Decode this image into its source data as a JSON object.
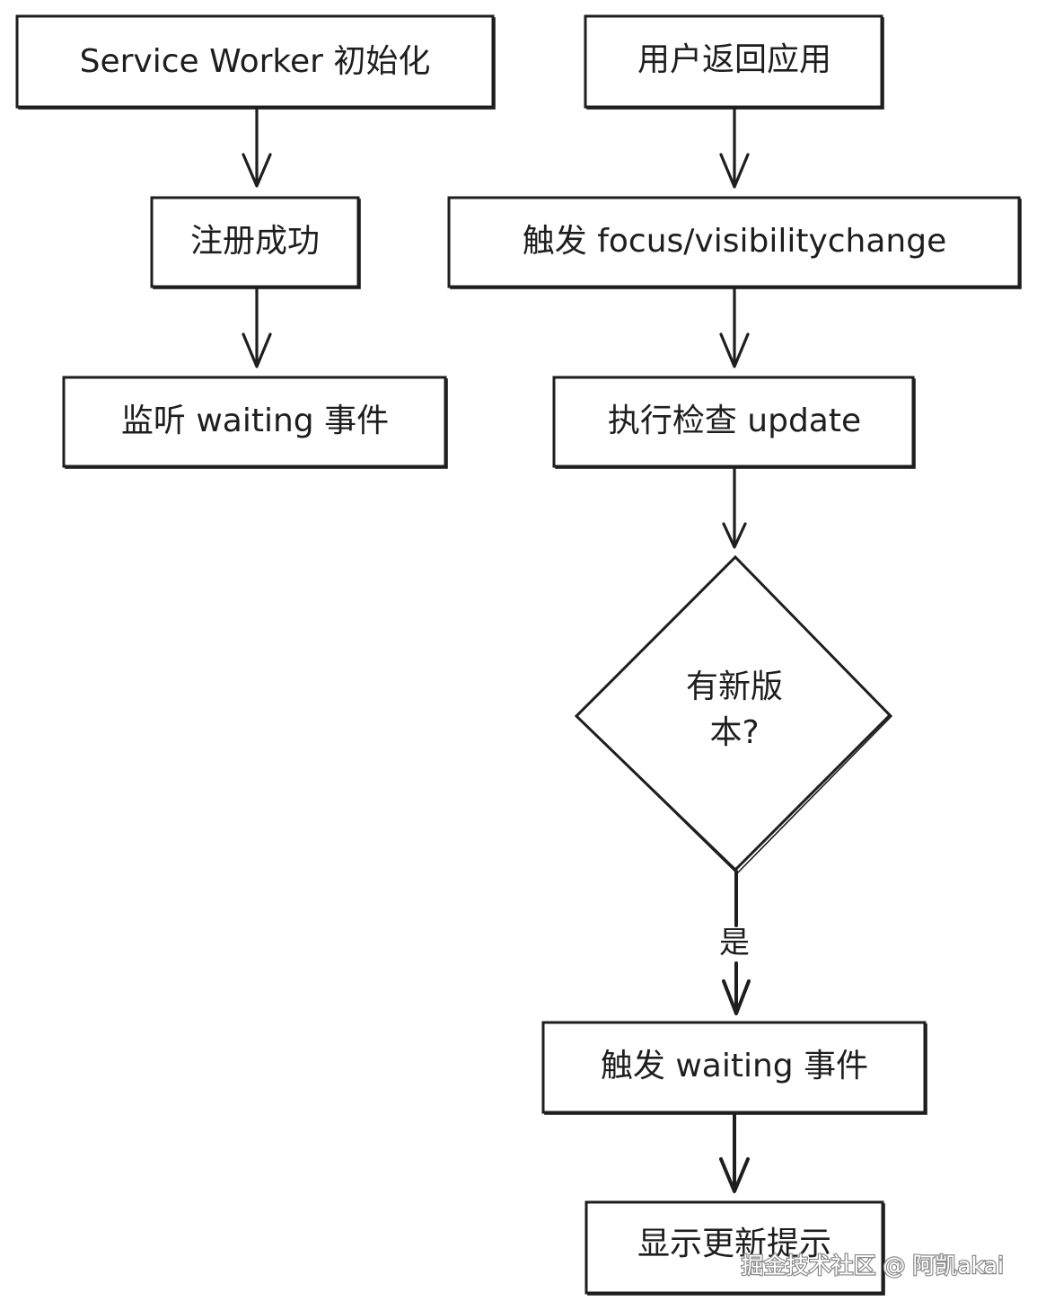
{
  "nodes": {
    "sw_init": "Service Worker 初始化",
    "register_success": "注册成功",
    "listen_waiting": "监听 waiting 事件",
    "user_return": "用户返回应用",
    "trigger_focus": "触发 focus/visibilitychange",
    "run_update": "执行检查 update",
    "new_version_line1": "有新版",
    "new_version_line2": "本?",
    "trigger_waiting": "触发 waiting 事件",
    "show_prompt": "显示更新提示"
  },
  "edges": {
    "yes_label": "是"
  },
  "watermark": {
    "text": "掘金技术社区 @ 阿凯akai"
  },
  "colors": {
    "stroke": "#1e1e1e",
    "background": "#ffffff"
  }
}
